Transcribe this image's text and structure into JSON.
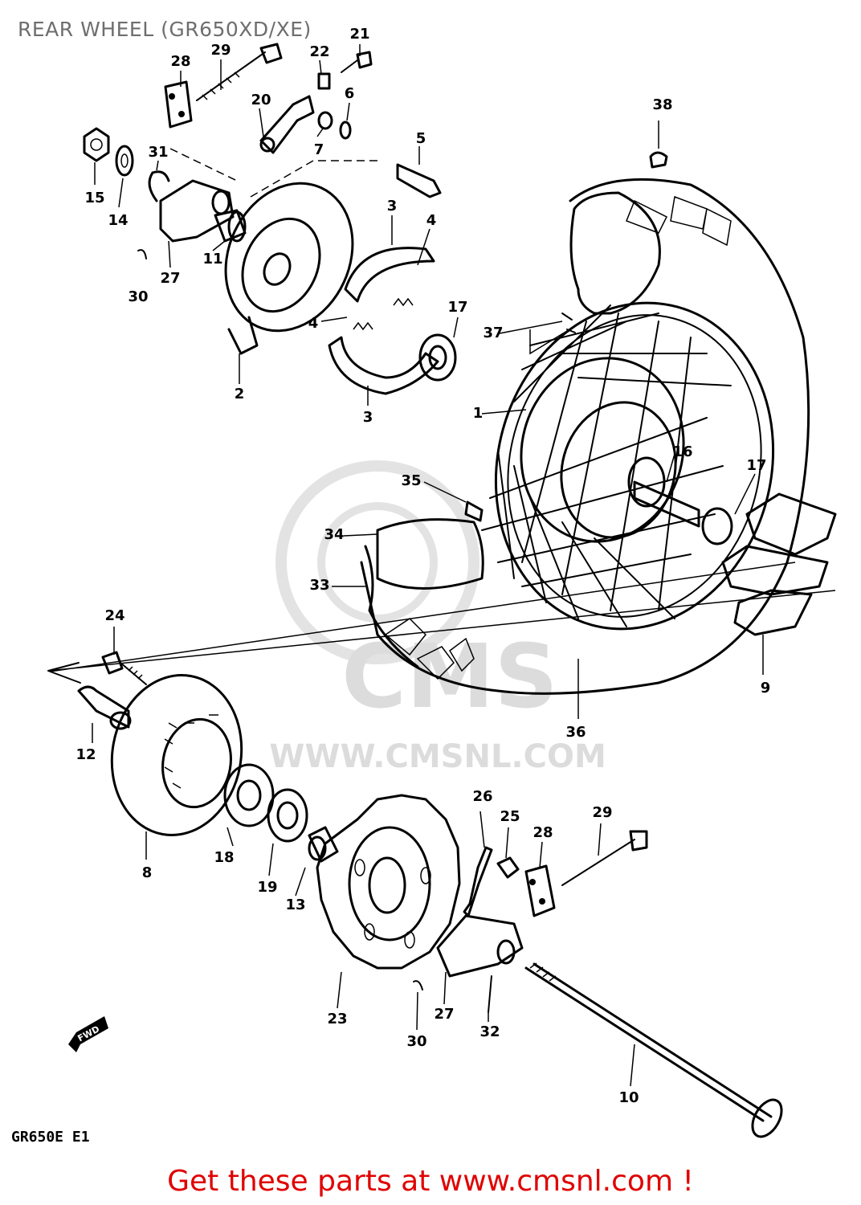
{
  "title": "REAR WHEEL (GR650XD/XE)",
  "watermark": {
    "logo_text": "CMS",
    "url_text": "WWW.CMSNL.COM"
  },
  "fwd_marker": "FWD",
  "model_code": "GR650E E1",
  "cta_text": "Get these parts at www.cmsnl.com !",
  "parts": {
    "p1": "1",
    "p2": "2",
    "p3a": "3",
    "p3b": "3",
    "p4a": "4",
    "p4b": "4",
    "p5": "5",
    "p6": "6",
    "p7": "7",
    "p8": "8",
    "p9": "9",
    "p10": "10",
    "p11": "11",
    "p12": "12",
    "p13": "13",
    "p14": "14",
    "p15": "15",
    "p16": "16",
    "p17a": "17",
    "p17b": "17",
    "p18": "18",
    "p19": "19",
    "p20": "20",
    "p21": "21",
    "p22": "22",
    "p23": "23",
    "p24": "24",
    "p25": "25",
    "p26": "26",
    "p27a": "27",
    "p27b": "27",
    "p28a": "28",
    "p28b": "28",
    "p29a": "29",
    "p29b": "29",
    "p30a": "30",
    "p30b": "30",
    "p31": "31",
    "p32": "32",
    "p33": "33",
    "p34": "34",
    "p35": "35",
    "p36": "36",
    "p37": "37",
    "p38": "38"
  }
}
